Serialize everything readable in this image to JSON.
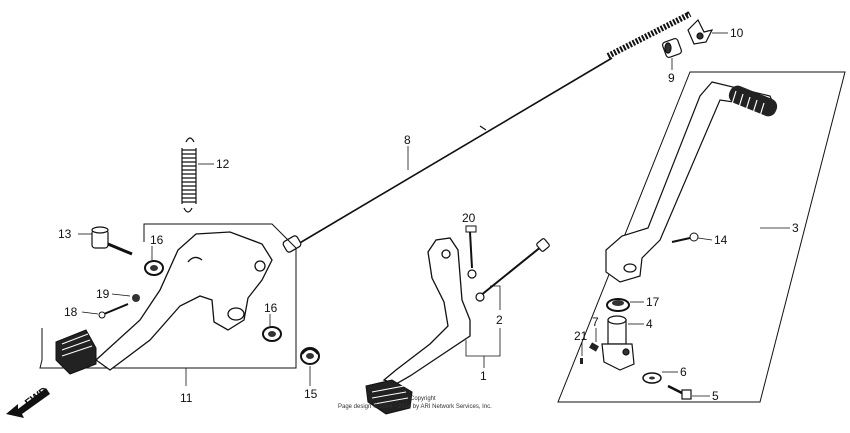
{
  "diagram": {
    "part_numbers": {
      "p1": "1",
      "p2": "2",
      "p3": "3",
      "p4": "4",
      "p5": "5",
      "p6": "6",
      "p7": "7",
      "p8": "8",
      "p9": "9",
      "p10": "10",
      "p11": "11",
      "p12": "12",
      "p13": "13",
      "p14": "14",
      "p15": "15",
      "p16a": "16",
      "p16b": "16",
      "p17": "17",
      "p18": "18",
      "p19": "19",
      "p20": "20",
      "p21": "21"
    },
    "fwd_label": "FWD",
    "copyright_line1": "Copyright",
    "copyright_line2": "Page design © 2004 - 2014 by ARI Network Services, Inc."
  }
}
